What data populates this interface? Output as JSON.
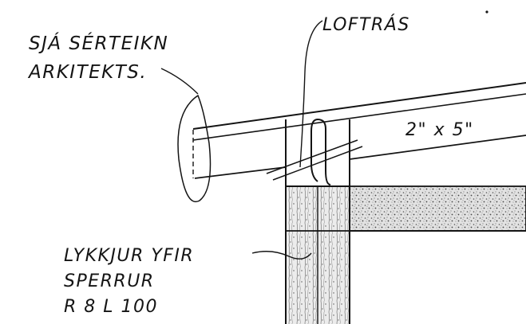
{
  "labels": {
    "architect_note_line1": "SJÁ SÉRTEIKN",
    "architect_note_line2": "ARKITEKTS.",
    "loft_hatch": "LOFTRÁS",
    "rafter_size": "2\" x 5\"",
    "flap_note_line1": "LYKKJUR YFIR",
    "flap_note_line2": "SPERRUR",
    "flap_note_line3": "R 8 L 100"
  },
  "colors": {
    "ink": "#141414",
    "paper": "#ffffff",
    "insulation_fill": "#d6d6d6"
  }
}
